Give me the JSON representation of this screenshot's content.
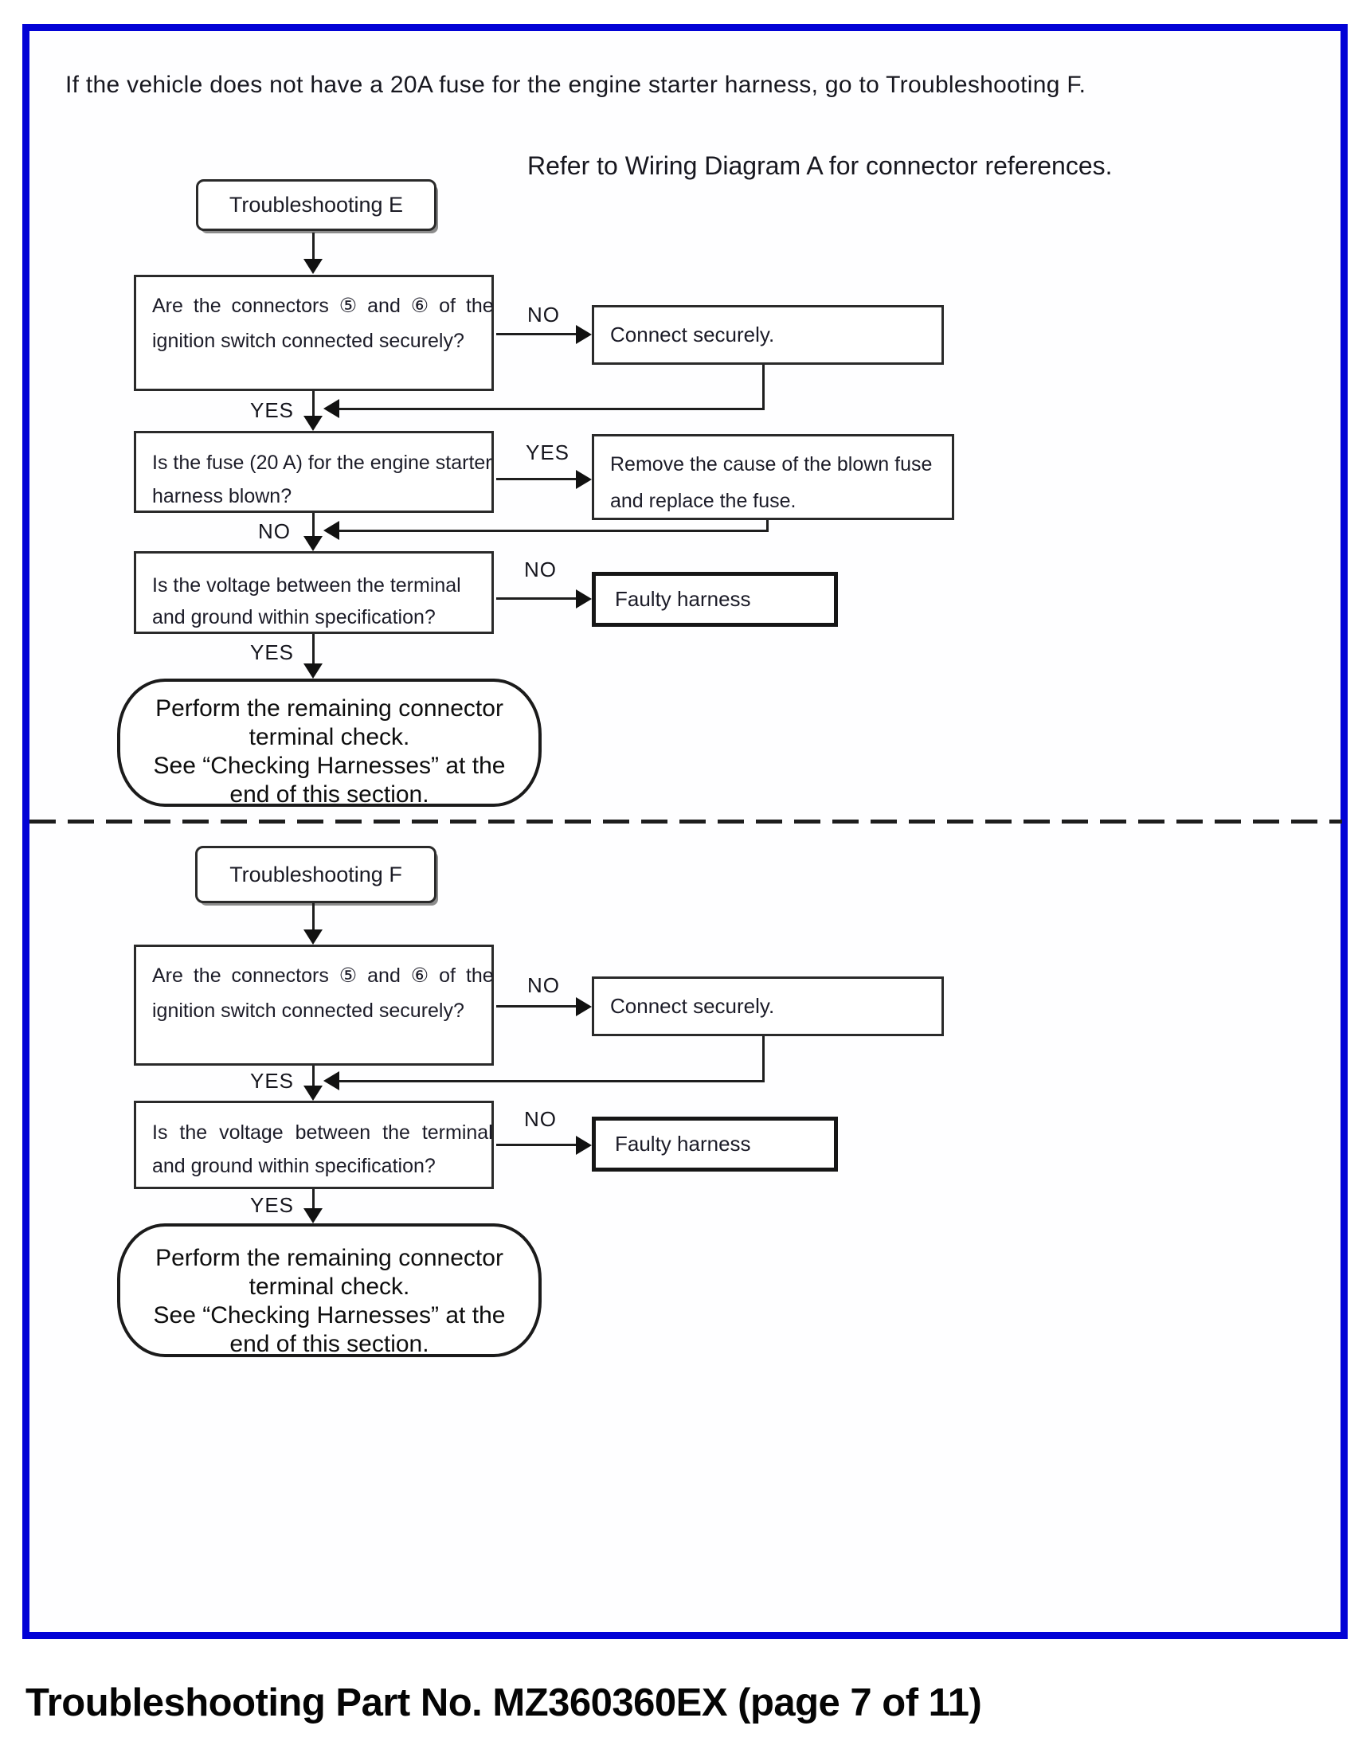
{
  "page": {
    "intro": "If the vehicle does not have a 20A fuse for the engine starter harness, go to Troubleshooting F.",
    "refer_note": "Refer to Wiring Diagram A for connector references.",
    "caption": "Troubleshooting Part No. MZ360360EX (page 7 of 11)",
    "frame_color": "#0202d6"
  },
  "labels": {
    "yes": "YES",
    "no": "NO"
  },
  "chart_e": {
    "title": "Troubleshooting E",
    "q_connectors": [
      "Are the connectors ⑤ and ⑥ of the",
      "ignition switch connected securely?"
    ],
    "a_connect": "Connect securely.",
    "q_fuse": [
      "Is the fuse (20 A) for the engine starter",
      "harness blown?"
    ],
    "a_fuse": [
      "Remove the cause of the blown fuse",
      "and replace the fuse."
    ],
    "q_voltage": [
      "Is the voltage between the terminal",
      "and ground within specification?"
    ],
    "a_faulty": "Faulty harness",
    "end": [
      "Perform the remaining connector",
      "terminal check.",
      "See “Checking Harnesses” at the",
      "end of this section."
    ]
  },
  "chart_f": {
    "title": "Troubleshooting F",
    "q_connectors": [
      "Are the connectors ⑤ and ⑥ of the",
      "ignition switch connected securely?"
    ],
    "a_connect": "Connect securely.",
    "q_voltage": [
      "Is the voltage between the terminal",
      "and ground within specification?"
    ],
    "a_faulty": "Faulty harness",
    "end": [
      "Perform the remaining connector",
      "terminal check.",
      "See “Checking Harnesses” at the",
      "end of this section."
    ]
  }
}
